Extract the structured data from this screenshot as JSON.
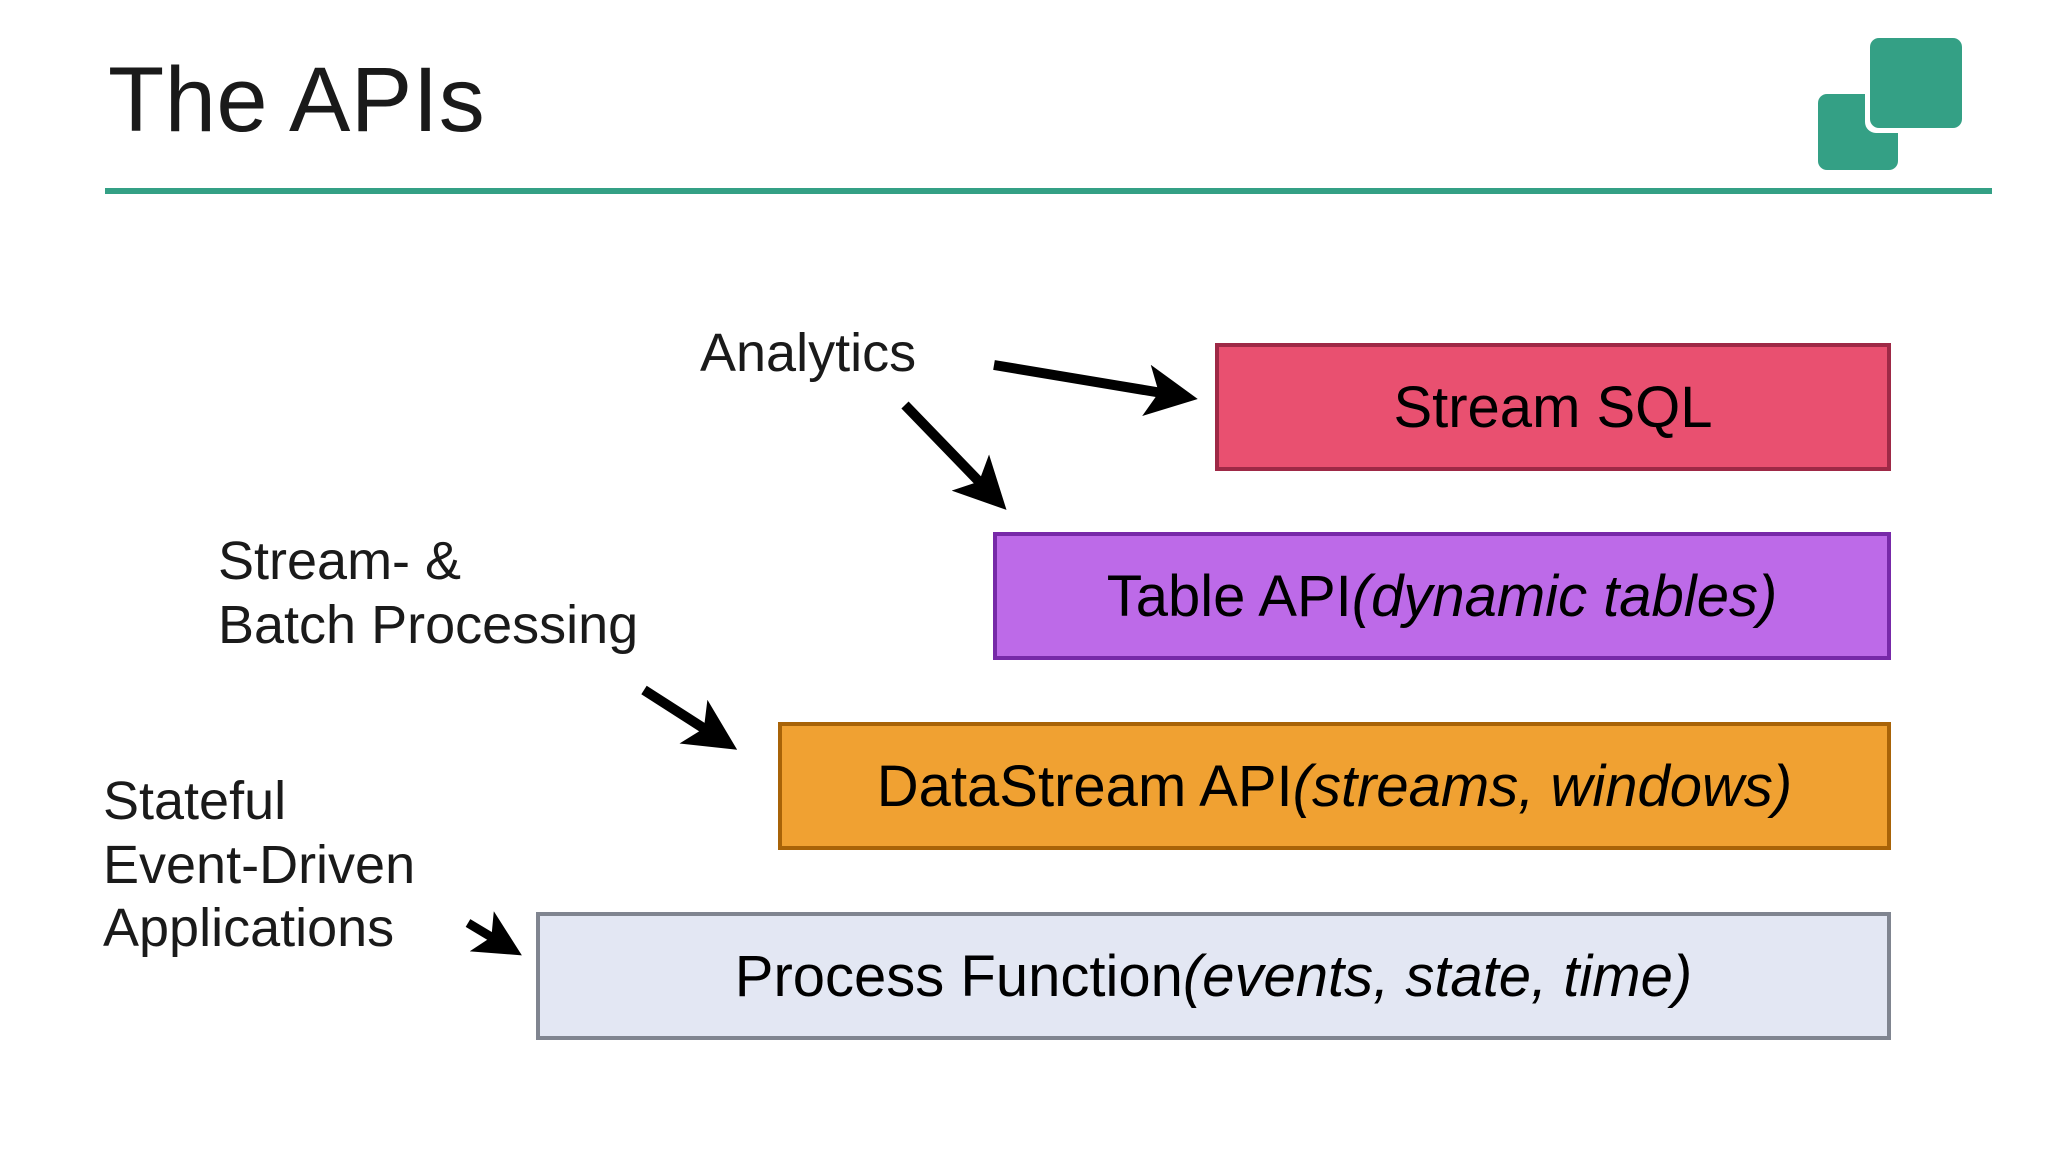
{
  "slide": {
    "title": "The APIs",
    "accent_color": "#34a085",
    "background_color": "#ffffff",
    "logo": {
      "name": "flink-squares-logo",
      "color": "#34a085",
      "shape": "two-overlapping-rounded-squares"
    }
  },
  "labels": [
    {
      "id": "analytics",
      "text": "Analytics"
    },
    {
      "id": "stream-batch",
      "text": "Stream- &\nBatch Processing"
    },
    {
      "id": "stateful",
      "text": "Stateful\nEvent-Driven\nApplications"
    }
  ],
  "api_layers": [
    {
      "id": "stream-sql",
      "lead": "Stream SQL",
      "detail": "",
      "fill": "#e95070",
      "border": "#9e2946"
    },
    {
      "id": "table-api",
      "lead": "Table API ",
      "detail": "(dynamic tables)",
      "fill": "#bd6ae8",
      "border": "#7729a8"
    },
    {
      "id": "datastream-api",
      "lead": "DataStream API ",
      "detail": "(streams, windows)",
      "fill": "#f0a132",
      "border": "#a86308"
    },
    {
      "id": "process-function",
      "lead": "Process Function ",
      "detail": "(events, state, time)",
      "fill": "#e3e7f3",
      "border": "#808590"
    }
  ],
  "arrows": [
    {
      "id": "analytics-to-stream-sql",
      "from_label": "Analytics",
      "to_layer": "stream-sql"
    },
    {
      "id": "analytics-to-table-api",
      "from_label": "Analytics",
      "to_layer": "table-api"
    },
    {
      "id": "stream-batch-to-datastream-api",
      "from_label": "Stream- & Batch Processing",
      "to_layer": "datastream-api"
    },
    {
      "id": "stateful-to-process-function",
      "from_label": "Stateful Event-Driven Applications",
      "to_layer": "process-function"
    }
  ]
}
